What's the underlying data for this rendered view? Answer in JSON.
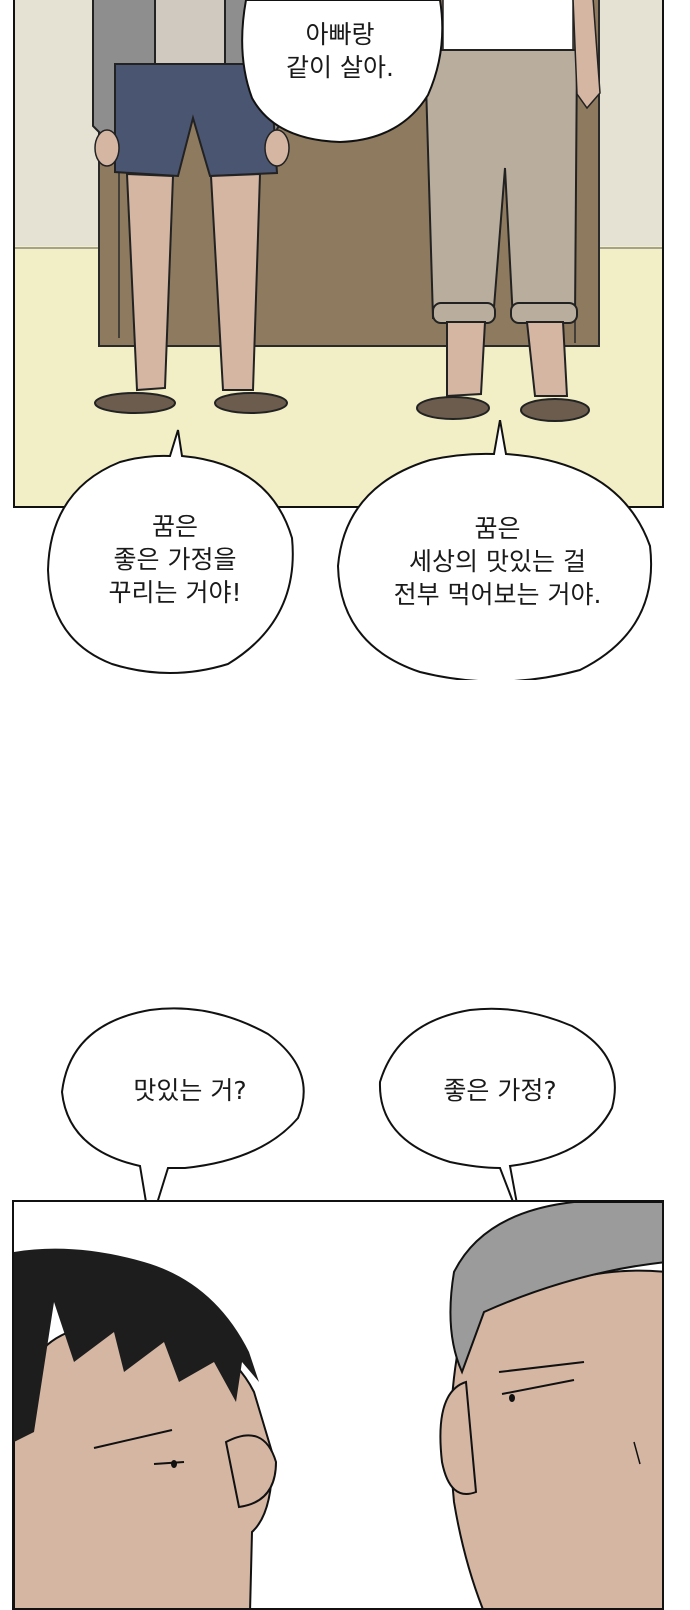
{
  "panel_top": {
    "bubble_top": {
      "lines": [
        "아빠랑",
        "같이 살아."
      ]
    }
  },
  "bubbles_middle": {
    "left": {
      "lines": [
        "꿈은",
        "좋은 가정을",
        "꾸리는 거야!"
      ]
    },
    "right": {
      "lines": [
        "꿈은",
        "세상의 맛있는 걸",
        "전부 먹어보는 거야."
      ]
    }
  },
  "bubbles_lower": {
    "left": {
      "text": "맛있는 거?"
    },
    "right": {
      "text": "좋은 가정?"
    }
  },
  "colors": {
    "wall": "#e5e2d4",
    "floor": "#f2efc7",
    "door": "#8e7a5f",
    "skin": "#d4b6a3",
    "pants_left": "#4a5572",
    "jacket": "#8e8e8e",
    "pants_right": "#b9ae9d",
    "hair_dark": "#1d1d1d",
    "hair_gray": "#9b9b9b"
  }
}
